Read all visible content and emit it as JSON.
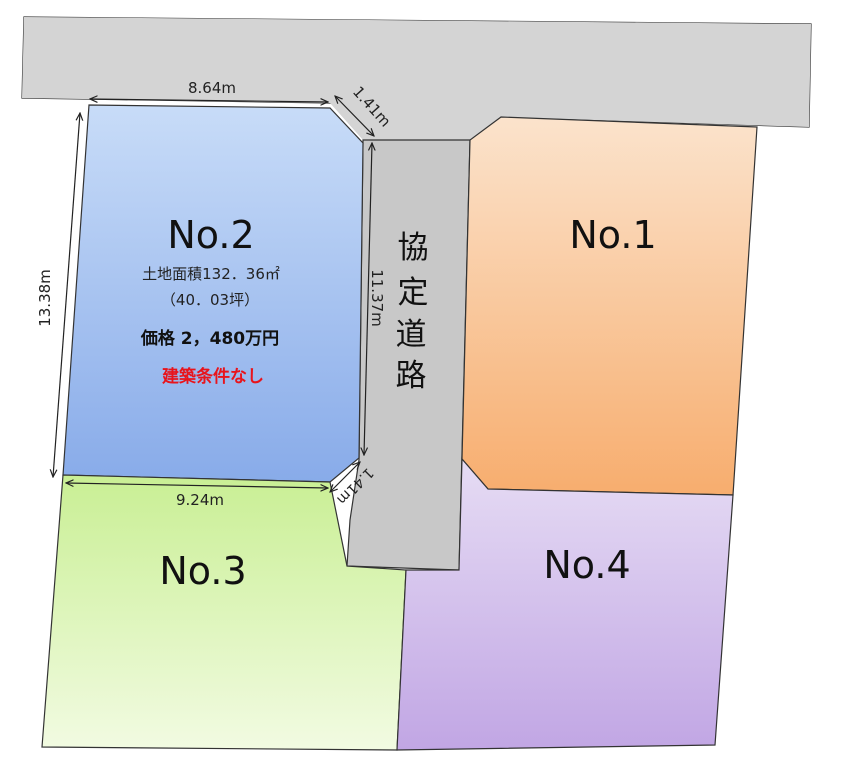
{
  "lots": {
    "no1": {
      "label": "No.1",
      "color": "#f7b47a"
    },
    "no2": {
      "label": "No.2",
      "area": "土地面積132．36㎡",
      "tsubo": "（40．03坪）",
      "price": "価格 2，480万円",
      "condition": "建築条件なし",
      "color": "#8fb3f0",
      "condition_color": "#e8141c"
    },
    "no3": {
      "label": "No.3",
      "color": "#d7f3a8"
    },
    "no4": {
      "label": "No.4",
      "color": "#c9b3e8"
    }
  },
  "road": {
    "label_chars": [
      "協",
      "定",
      "道",
      "路"
    ],
    "color": "#cfcfcf"
  },
  "dimensions": {
    "top": "8.64m",
    "corner_top": "1.41m",
    "left": "13.38m",
    "right": "11.37m",
    "corner_bottom": "1.41m",
    "bottom": "9.24m"
  }
}
